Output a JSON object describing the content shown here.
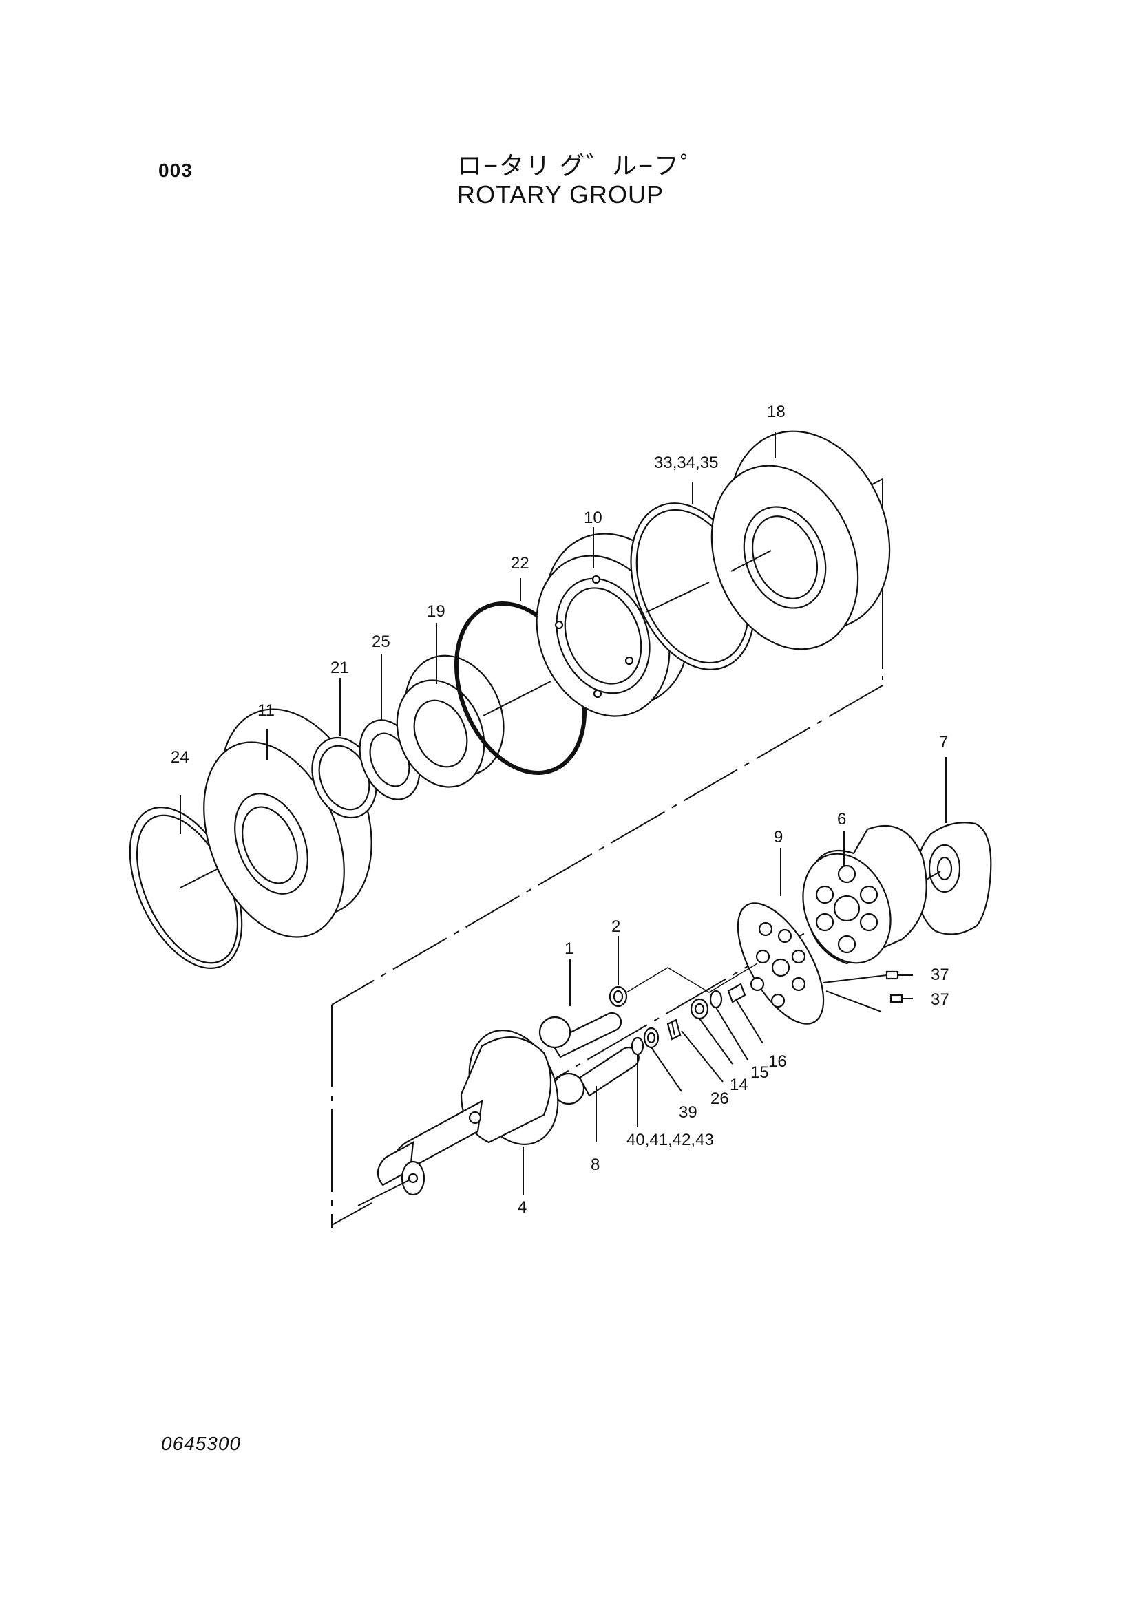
{
  "header": {
    "page_code": "003",
    "title_jp": "ロ−タリ グ゛ル−フ゜",
    "title_en": "ROTARY GROUP"
  },
  "footer": {
    "document_number": "0645300"
  },
  "parts": {
    "p1": "1",
    "p2": "2",
    "p4": "4",
    "p6": "6",
    "p7": "7",
    "p8": "8",
    "p9": "9",
    "p10": "10",
    "p11": "11",
    "p14": "14",
    "p15": "15",
    "p16": "16",
    "p18": "18",
    "p19": "19",
    "p21": "21",
    "p22": "22",
    "p24": "24",
    "p25": "25",
    "p26": "26",
    "p37a": "37",
    "p37b": "37",
    "p39": "39",
    "p33_34_35": "33,34,35",
    "p40_41_42_43": "40,41,42,43"
  }
}
